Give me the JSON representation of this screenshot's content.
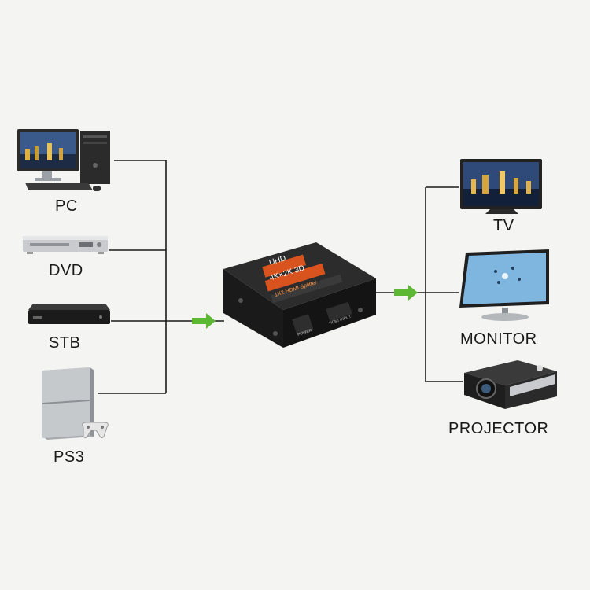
{
  "sources": [
    {
      "id": "pc",
      "label": "PC",
      "icon": "pc-icon"
    },
    {
      "id": "dvd",
      "label": "DVD",
      "icon": "dvd-player-icon"
    },
    {
      "id": "stb",
      "label": "STB",
      "icon": "set-top-box-icon"
    },
    {
      "id": "ps3",
      "label": "PS3",
      "icon": "game-console-icon"
    }
  ],
  "outputs": [
    {
      "id": "tv",
      "label": "TV",
      "icon": "tv-icon"
    },
    {
      "id": "monitor",
      "label": "MONITOR",
      "icon": "monitor-icon"
    },
    {
      "id": "projector",
      "label": "PROJECTOR",
      "icon": "projector-icon"
    }
  ],
  "splitter": {
    "badge": "UHD",
    "resolution": "4K×2K 3D",
    "model": "1X2 HDMI Splitter",
    "port_power": "POWER",
    "port_input": "HDMI INPUT",
    "icon": "hdmi-splitter-icon"
  },
  "colors": {
    "arrow": "#5cb833",
    "line": "#1a1a1a",
    "badge": "#d9531e"
  }
}
